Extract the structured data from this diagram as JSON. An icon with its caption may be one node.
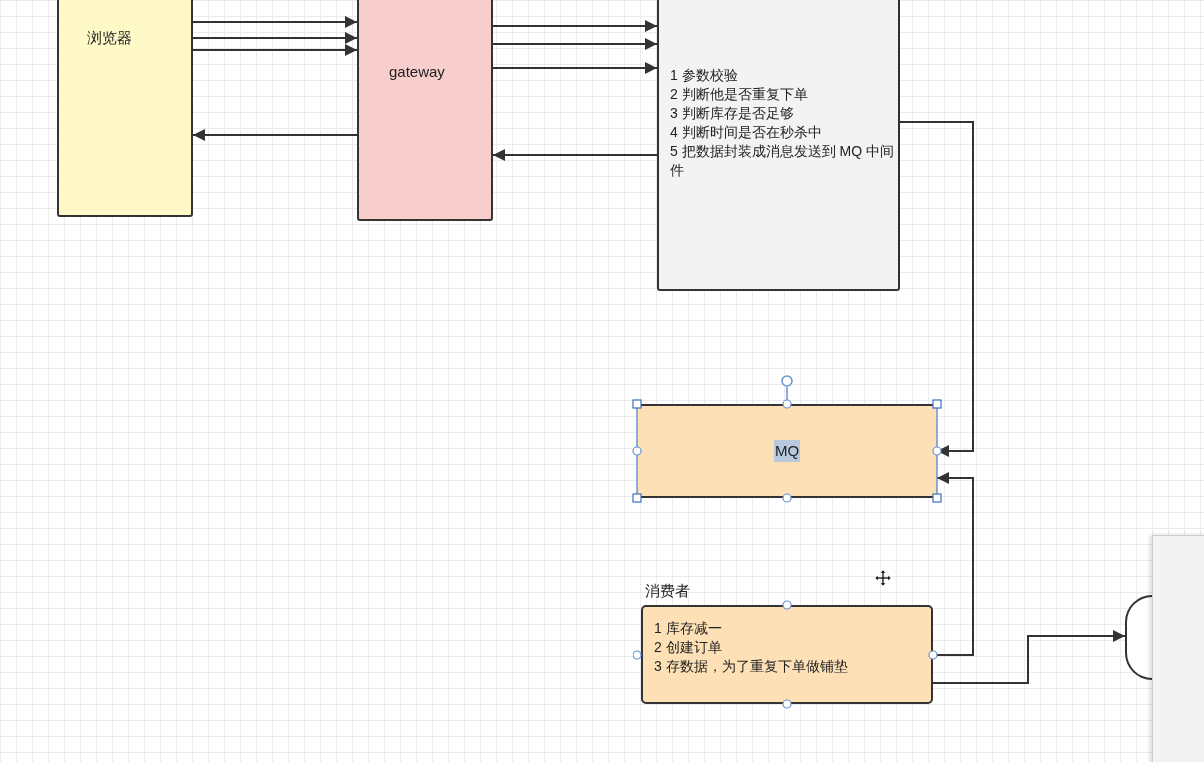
{
  "diagram": {
    "nodes": [
      {
        "text": [
          "浏览器"
        ]
      },
      {
        "text": [
          "gateway"
        ]
      },
      {
        "text": [
          "1 参数校验",
          "2 判断他是否重复下单",
          "3 判断库存是否足够",
          "4 判断时间是否在秒杀中",
          "5 把数据封装成消息发送到 MQ 中间件"
        ]
      },
      {
        "text": [
          "MQ"
        ]
      },
      {
        "text": [
          "消费者",
          "1 库存减一",
          "2 创建订单",
          "3 存数据，为了重复下单做铺垫"
        ]
      },
      {
        "text": [],
        "shape": "box"
      }
    ],
    "edges": [
      {
        "from": 0,
        "to": 1,
        "arrow": "to"
      },
      {
        "from": 0,
        "to": 1,
        "arrow": "to"
      },
      {
        "from": 0,
        "to": 1,
        "arrow": "to"
      },
      {
        "from": 1,
        "to": 0,
        "arrow": "to"
      },
      {
        "from": 1,
        "to": 2,
        "arrow": "to"
      },
      {
        "from": 1,
        "to": 2,
        "arrow": "to"
      },
      {
        "from": 1,
        "to": 2,
        "arrow": "to"
      },
      {
        "from": 2,
        "to": 1,
        "arrow": "to"
      },
      {
        "from": 2,
        "to": 3,
        "arrow": "to"
      },
      {
        "from": 4,
        "to": 3,
        "arrow": "to"
      },
      {
        "from": 4,
        "to": 5,
        "arrow": "to"
      }
    ]
  }
}
